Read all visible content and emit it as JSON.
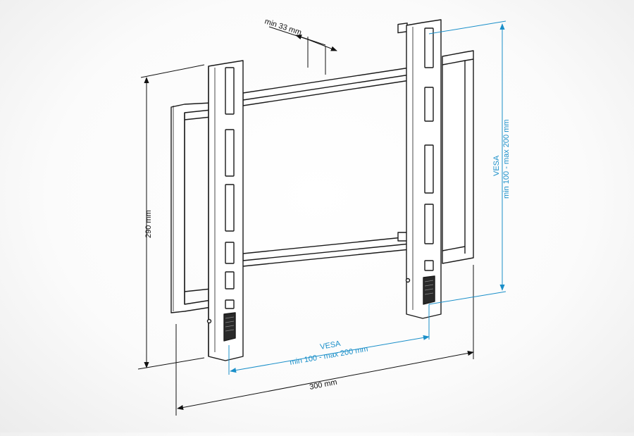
{
  "labels": {
    "min_depth": "min 33 mm",
    "height": "290 mm",
    "width": "300 mm",
    "vesa_h_title": "VESA",
    "vesa_h_range": "min 100 - max 200 mm",
    "vesa_v_title": "VESA",
    "vesa_v_range": "min 100 - max 200 mm"
  },
  "colors": {
    "outline": "#1a1a1a",
    "dimension_black": "#111111",
    "dimension_blue": "#1a8fc9",
    "background": "#f4f4f4"
  }
}
